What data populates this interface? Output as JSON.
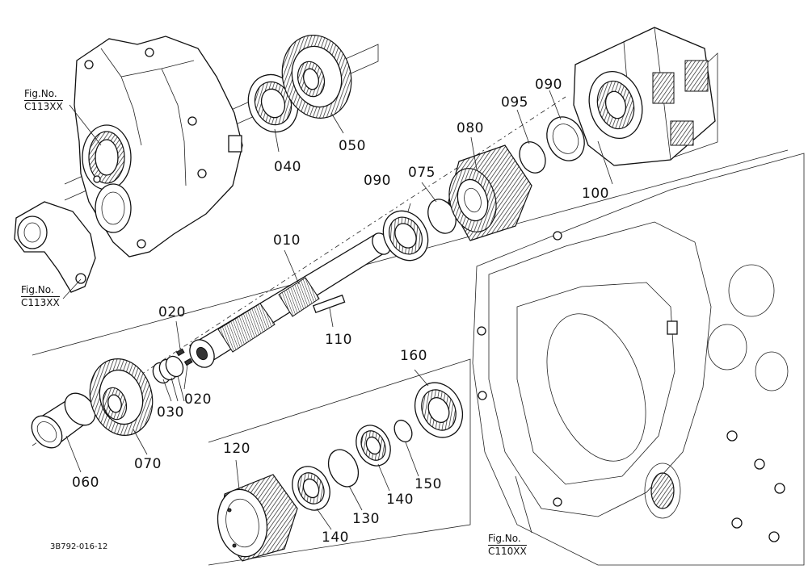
{
  "diagram": {
    "drawing_number": "3B792-016-12",
    "figure_refs": [
      {
        "id": "ref-top",
        "line1": "Fig.No.",
        "line2": "C113XX"
      },
      {
        "id": "ref-mid",
        "line1": "Fig.No.",
        "line2": "C113XX"
      },
      {
        "id": "ref-bottom",
        "line1": "Fig.No.",
        "line2": "C110XX"
      }
    ],
    "parts": {
      "p010": "010",
      "p020a": "020",
      "p020b": "020",
      "p030": "030",
      "p040": "040",
      "p050": "050",
      "p060": "060",
      "p070": "070",
      "p075": "075",
      "p080": "080",
      "p090a": "090",
      "p090b": "090",
      "p095": "095",
      "p100": "100",
      "p110": "110",
      "p120": "120",
      "p130": "130",
      "p140a": "140",
      "p140b": "140",
      "p150": "150",
      "p160": "160"
    }
  }
}
